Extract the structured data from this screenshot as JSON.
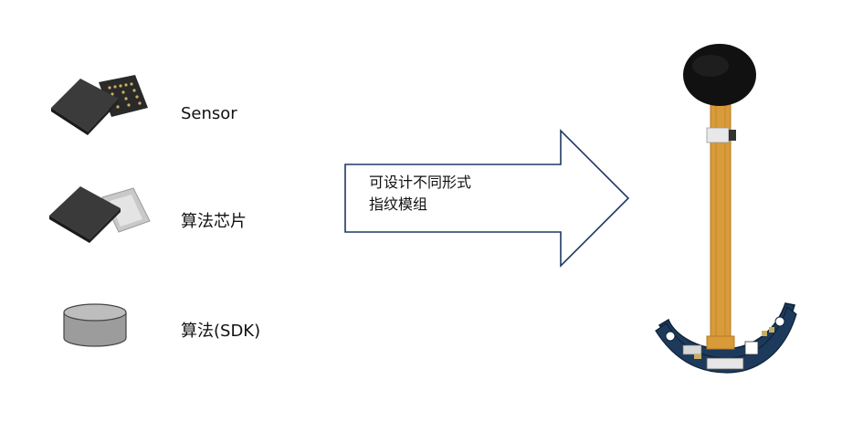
{
  "items": [
    {
      "label": "Sensor",
      "icon": "sensor-chip-icon"
    },
    {
      "label": "算法芯片",
      "icon": "algorithm-chip-icon"
    },
    {
      "label": "算法(SDK)",
      "icon": "sdk-cylinder-icon"
    }
  ],
  "arrow": {
    "line1": "可设计不同形式",
    "line2": "指纹模组"
  },
  "module": {
    "icon": "fingerprint-module-icon"
  },
  "colors": {
    "arrow_stroke": "#1f3864",
    "flex_cable": "#d99a3a",
    "pcb": "#1d3a5c",
    "sensor": "#111111"
  }
}
